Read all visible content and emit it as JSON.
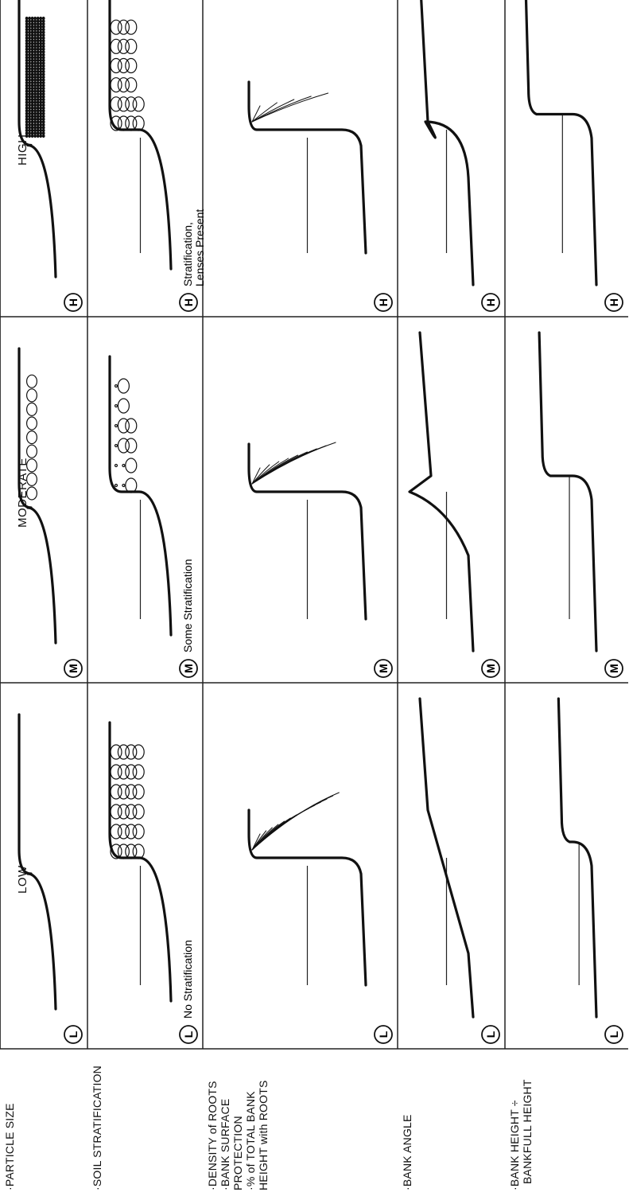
{
  "rows": [
    "LOW",
    "MODERATE",
    "HIGH"
  ],
  "columns": [
    {
      "lines": [
        "·BANK HEIGHT ÷",
        "BANKFULL HEIGHT"
      ]
    },
    {
      "lines": [
        "·BANK ANGLE"
      ]
    },
    {
      "lines": [
        "·DENSITY of ROOTS",
        "·BANK SURFACE PROTECTION",
        "·% of TOTAL BANK HEIGHT with ROOTS"
      ]
    },
    {
      "lines": [
        "·SOIL STRATIFICATION"
      ]
    },
    {
      "lines": [
        "·PARTICLE SIZE"
      ]
    }
  ],
  "badges": [
    "L",
    "M",
    "H"
  ],
  "stratification_notes": {
    "low": [
      "No Stratification"
    ],
    "moderate": [
      "Some Stratification"
    ],
    "high": [
      "Stratification,",
      "Lenses Present"
    ]
  }
}
